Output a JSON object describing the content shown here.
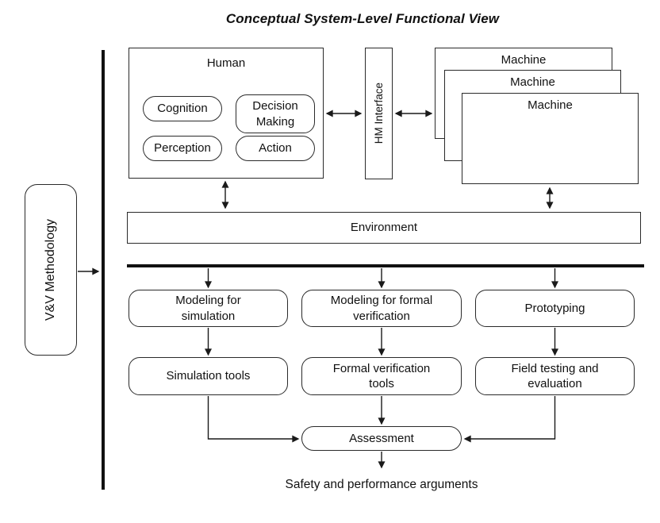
{
  "title": "Conceptual System-Level Functional View",
  "methodology": {
    "label": "V&V Methodology"
  },
  "system": {
    "human": {
      "label": "Human",
      "components": [
        {
          "label": "Cognition",
          "lines": [
            "Cognition",
            ""
          ]
        },
        {
          "label": "Decision Making",
          "lines": [
            "Decision",
            "Making"
          ]
        },
        {
          "label": "Perception",
          "lines": [
            "Perception",
            ""
          ]
        },
        {
          "label": "Action",
          "lines": [
            "Action",
            ""
          ]
        }
      ]
    },
    "interface": {
      "label": "HM Interface"
    },
    "machines": [
      {
        "label": "Machine"
      },
      {
        "label": "Machine"
      },
      {
        "label": "Machine"
      }
    ],
    "environment": {
      "label": "Environment"
    }
  },
  "vv_process": {
    "modeling": [
      {
        "label": "Modeling for simulation",
        "lines": [
          "Modeling for",
          "simulation"
        ]
      },
      {
        "label": "Modeling for formal verification",
        "lines": [
          "Modeling for formal",
          "verification"
        ]
      },
      {
        "label": "Prototyping",
        "lines": [
          "Prototyping",
          ""
        ]
      }
    ],
    "tools": [
      {
        "label": "Simulation tools",
        "lines": [
          "Simulation tools",
          ""
        ]
      },
      {
        "label": "Formal verification tools",
        "lines": [
          "Formal verification",
          "tools"
        ]
      },
      {
        "label": "Field testing and evaluation",
        "lines": [
          "Field testing and",
          "evaluation"
        ]
      }
    ],
    "assessment": {
      "label": "Assessment"
    },
    "output": {
      "label": "Safety and performance arguments"
    }
  },
  "colors": {
    "line": "#1a1a1a",
    "border": "#2a2a2a",
    "background": "#ffffff"
  }
}
